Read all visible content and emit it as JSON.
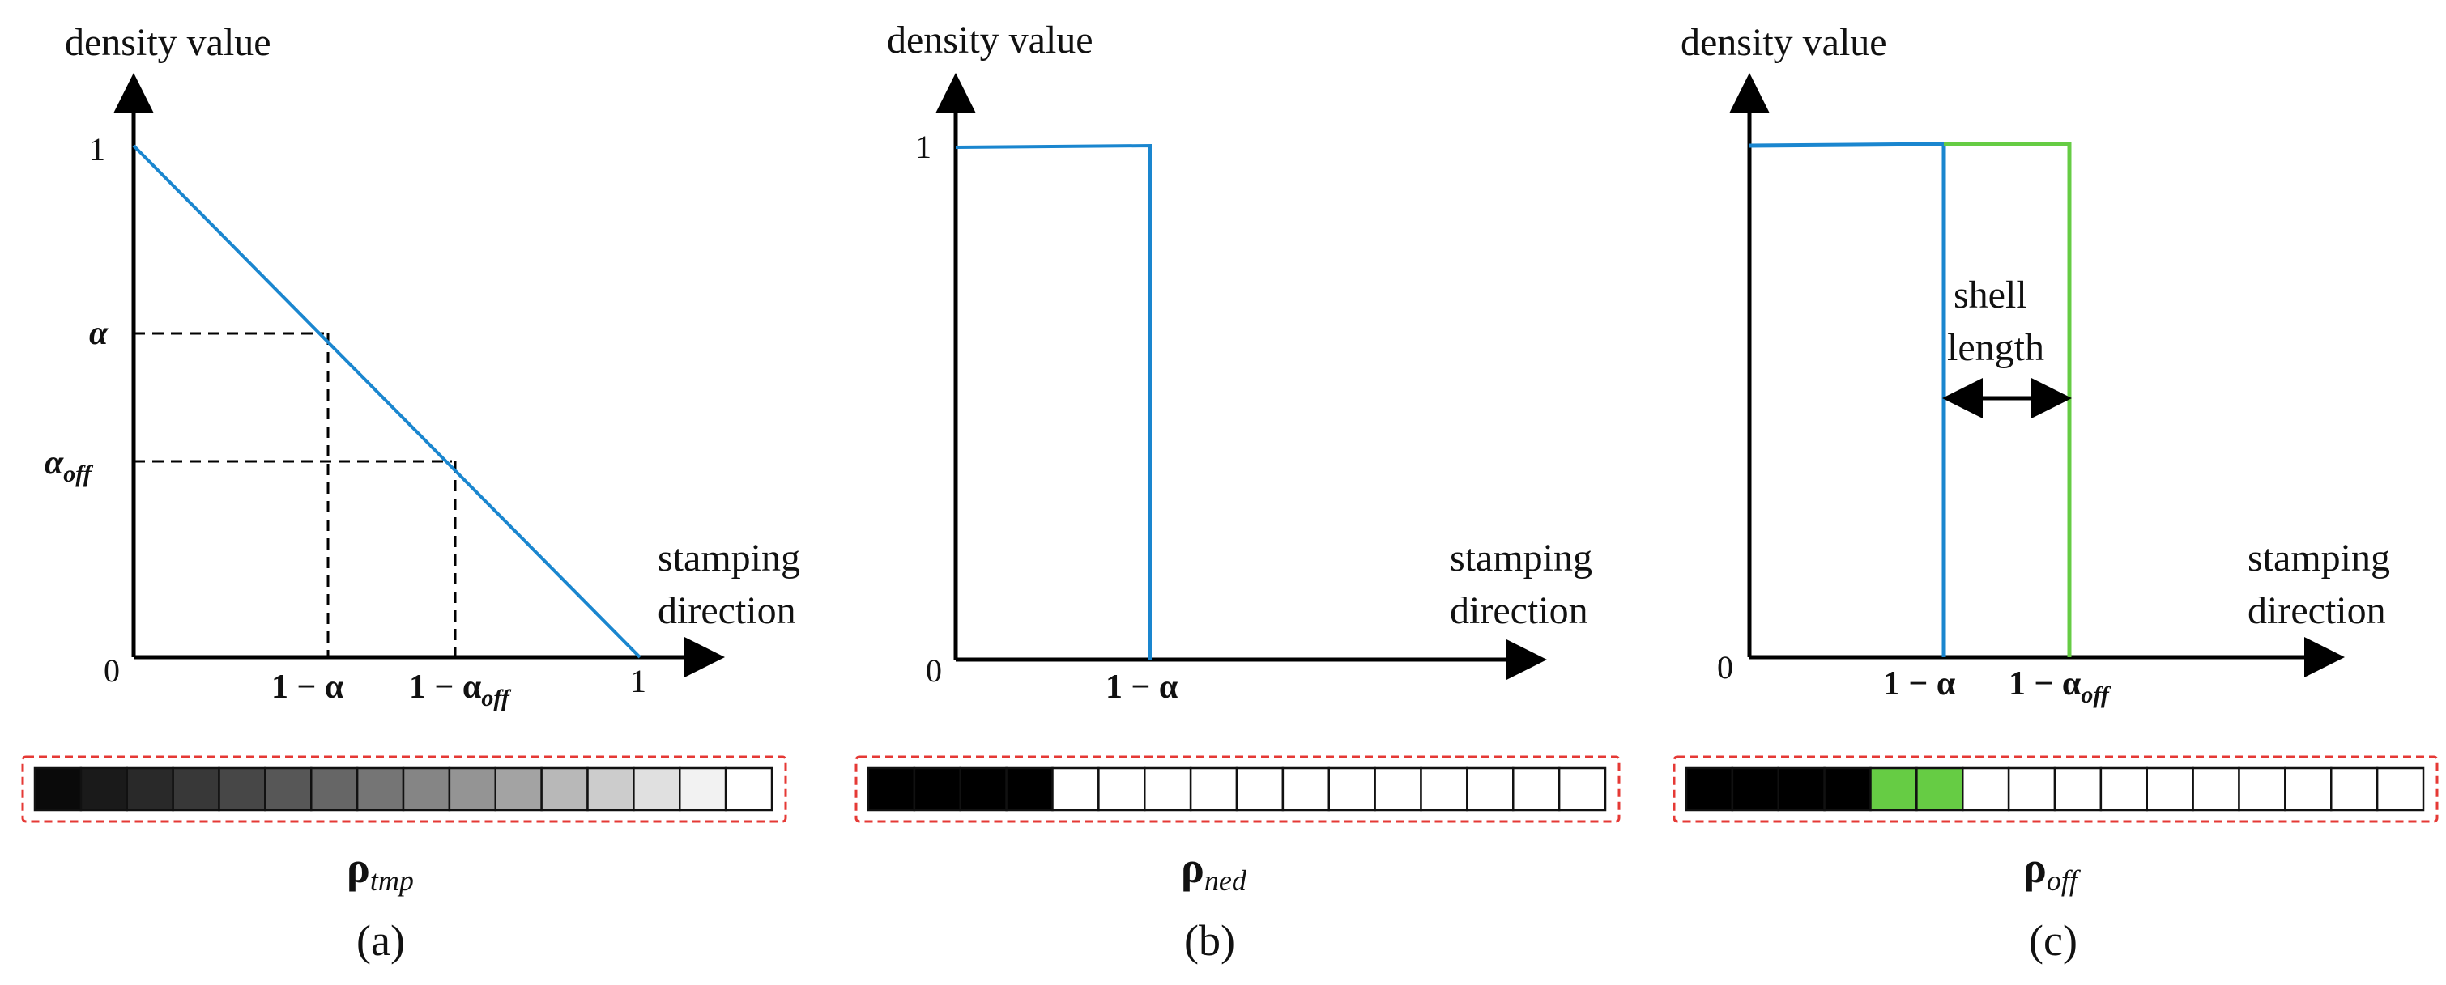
{
  "colors": {
    "blue": "#1a86cf",
    "green": "#66cc44",
    "red_dashed_frame": "#e53935",
    "axis": "#000000"
  },
  "panels": [
    {
      "id": "a",
      "ylabel": "density value",
      "xlabel_line1": "stamping",
      "xlabel_line2": "direction",
      "origin": "0",
      "y_top": "1",
      "x_right": "1",
      "y_alpha": "α",
      "y_alpha_off": "α",
      "y_alpha_off_sub": "off",
      "x_tick1": "1 − α",
      "x_tick2_main": "1 − α",
      "x_tick2_sub": "off",
      "rho_sub": "tmp",
      "caption": "(a)"
    },
    {
      "id": "b",
      "ylabel": "density value",
      "xlabel_line1": "stamping",
      "xlabel_line2": "direction",
      "origin": "0",
      "y_top": "1",
      "x_tick1": "1 − α",
      "rho_sub": "ned",
      "caption": "(b)"
    },
    {
      "id": "c",
      "ylabel": "density value",
      "xlabel_line1": "stamping",
      "xlabel_line2": "direction",
      "origin": "0",
      "x_tick1": "1 − α",
      "x_tick2_main": "1 − α",
      "x_tick2_sub": "off",
      "shell_line1": "shell",
      "shell_line2": "length",
      "rho_sub": "off",
      "caption": "(c)"
    }
  ],
  "rho_symbol": "ρ",
  "strips": {
    "cell_count": 16,
    "a_gray_levels": [
      0.04,
      0.1,
      0.16,
      0.22,
      0.28,
      0.34,
      0.4,
      0.46,
      0.52,
      0.58,
      0.64,
      0.72,
      0.8,
      0.88,
      0.95,
      1.0
    ],
    "b_cells": [
      "black",
      "black",
      "black",
      "black",
      "white",
      "white",
      "white",
      "white",
      "white",
      "white",
      "white",
      "white",
      "white",
      "white",
      "white",
      "white"
    ],
    "c_cells": [
      "black",
      "black",
      "black",
      "black",
      "green",
      "green",
      "white",
      "white",
      "white",
      "white",
      "white",
      "white",
      "white",
      "white",
      "white",
      "white"
    ]
  }
}
